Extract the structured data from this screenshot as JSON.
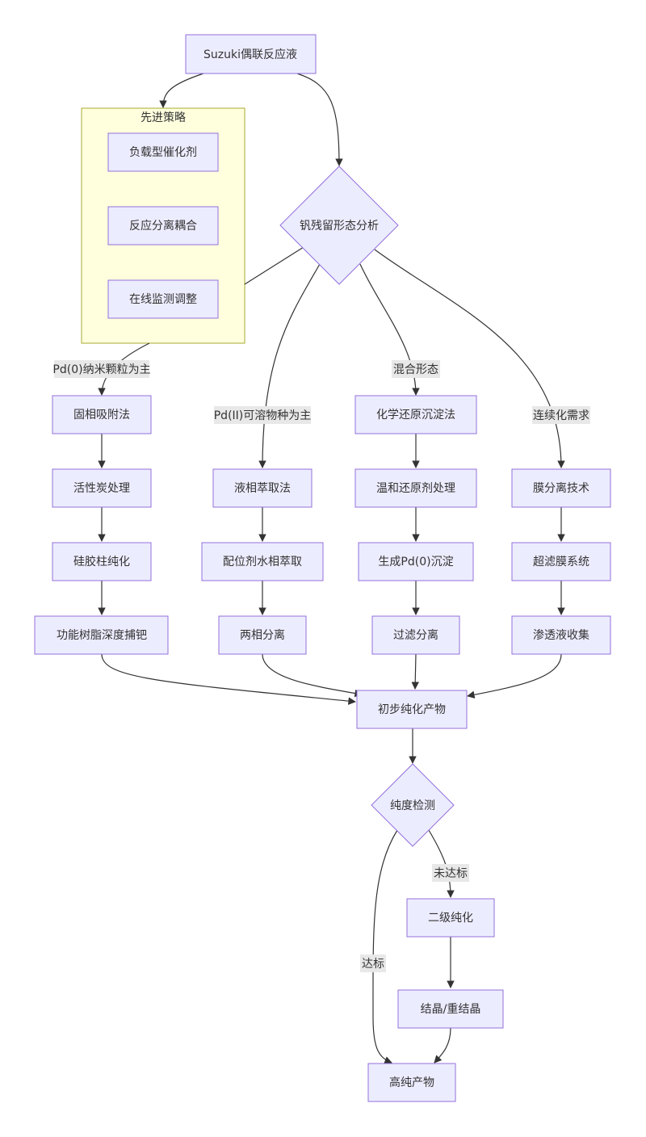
{
  "cluster": {
    "label": "先进策略"
  },
  "nodes": {
    "start": "Suzuki偶联反应液",
    "analysis": "钒残留形态分析",
    "adv1": "负载型催化剂",
    "adv2": "反应分离耦合",
    "adv3": "在线监测调整",
    "a1": "固相吸附法",
    "a2": "活性炭处理",
    "a3": "硅胶柱纯化",
    "a4": "功能树脂深度捕钯",
    "b1": "液相萃取法",
    "b2": "配位剂水相萃取",
    "b3": "两相分离",
    "c1": "化学还原沉淀法",
    "c2": "温和还原剂处理",
    "c3": "生成Pd(0)沉淀",
    "c4": "过滤分离",
    "d1": "膜分离技术",
    "d2": "超滤膜系统",
    "d3": "渗透液收集",
    "prelim": "初步纯化产物",
    "check": "纯度检测",
    "second": "二级纯化",
    "recryst": "结晶/重结晶",
    "final": "高纯产物"
  },
  "edge_labels": {
    "pd0": "Pd(0)纳米颗粒为主",
    "pd2": "Pd(II)可溶物种为主",
    "mixed": "混合形态",
    "continuous": "连续化需求",
    "fail": "未达标",
    "pass": "达标"
  }
}
